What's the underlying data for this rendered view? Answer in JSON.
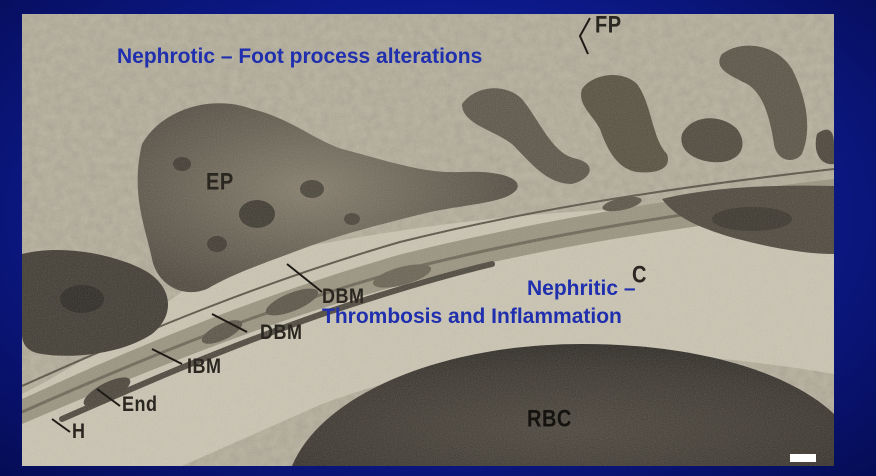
{
  "captions": {
    "nephrotic": "Nephrotic – Foot process alterations",
    "nephritic_line1": "Nephritic –",
    "nephritic_line2": "Thrombosis and Inflammation"
  },
  "labels": {
    "fp": "FP",
    "ep": "EP",
    "c": "C",
    "lrbm": "DBM",
    "lrbm_outer": "DBM",
    "ibm": "IBM",
    "end": "End",
    "h": "H",
    "rbc": "RBC"
  },
  "colors": {
    "slide_background": "#0d1a8c",
    "caption_text": "#1f2fae",
    "micrograph_base": "#b9b39f",
    "label_text": "#2a2620"
  }
}
